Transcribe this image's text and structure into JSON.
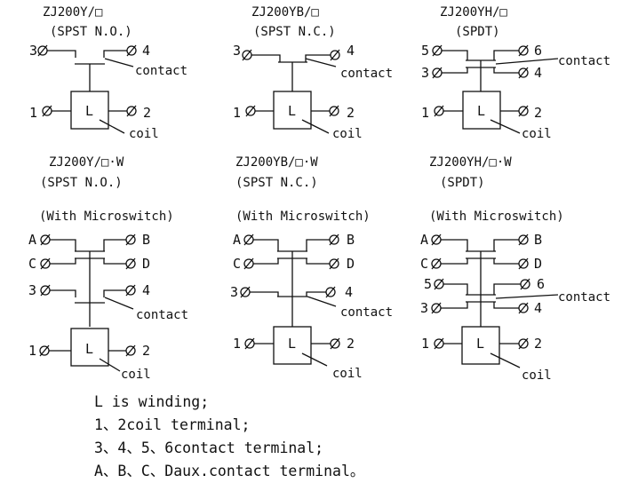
{
  "diagrams": [
    {
      "title": "ZJ200Y/□",
      "subtitle": "(SPST N.O.)",
      "contact_label": "contact",
      "coil_label": "coil",
      "coil_symbol": "L",
      "pins": {
        "contact_left": "3",
        "contact_right": "4",
        "coil_left": "1",
        "coil_right": "2"
      }
    },
    {
      "title": "ZJ200YB/□",
      "subtitle": "(SPST N.C.)",
      "contact_label": "contact",
      "coil_label": "coil",
      "coil_symbol": "L",
      "pins": {
        "contact_left": "3",
        "contact_right": "4",
        "coil_left": "1",
        "coil_right": "2"
      }
    },
    {
      "title": "ZJ200YH/□",
      "subtitle": "(SPDT)",
      "contact_label": "contact",
      "coil_label": "coil",
      "coil_symbol": "L",
      "pins": {
        "upper_left": "5",
        "upper_right": "6",
        "lower_left": "3",
        "lower_right": "4",
        "coil_left": "1",
        "coil_right": "2"
      }
    },
    {
      "title": "ZJ200Y/□·W",
      "subtitle": "(SPST N.O.)",
      "note": "(With Microswitch)",
      "contact_label": "contact",
      "coil_label": "coil",
      "coil_symbol": "L",
      "pins": {
        "a": "A",
        "b": "B",
        "c": "C",
        "d": "D",
        "contact_left": "3",
        "contact_right": "4",
        "coil_left": "1",
        "coil_right": "2"
      }
    },
    {
      "title": "ZJ200YB/□·W",
      "subtitle": "(SPST N.C.)",
      "note": "(With Microswitch)",
      "contact_label": "contact",
      "coil_label": "coil",
      "coil_symbol": "L",
      "pins": {
        "a": "A",
        "b": "B",
        "c": "C",
        "d": "D",
        "contact_left": "3",
        "contact_right": "4",
        "coil_left": "1",
        "coil_right": "2"
      }
    },
    {
      "title": "ZJ200YH/□·W",
      "subtitle": "(SPDT)",
      "note": "(With Microswitch)",
      "contact_label": "contact",
      "coil_label": "coil",
      "coil_symbol": "L",
      "pins": {
        "a": "A",
        "b": "B",
        "c": "C",
        "d": "D",
        "upper_left": "5",
        "upper_right": "6",
        "lower_left": "3",
        "lower_right": "4",
        "coil_left": "1",
        "coil_right": "2"
      }
    }
  ],
  "legend": [
    "L is winding;",
    "1、2coil terminal;",
    "3、4、5、6contact terminal;",
    "A、B、C、Daux.contact terminal。"
  ]
}
